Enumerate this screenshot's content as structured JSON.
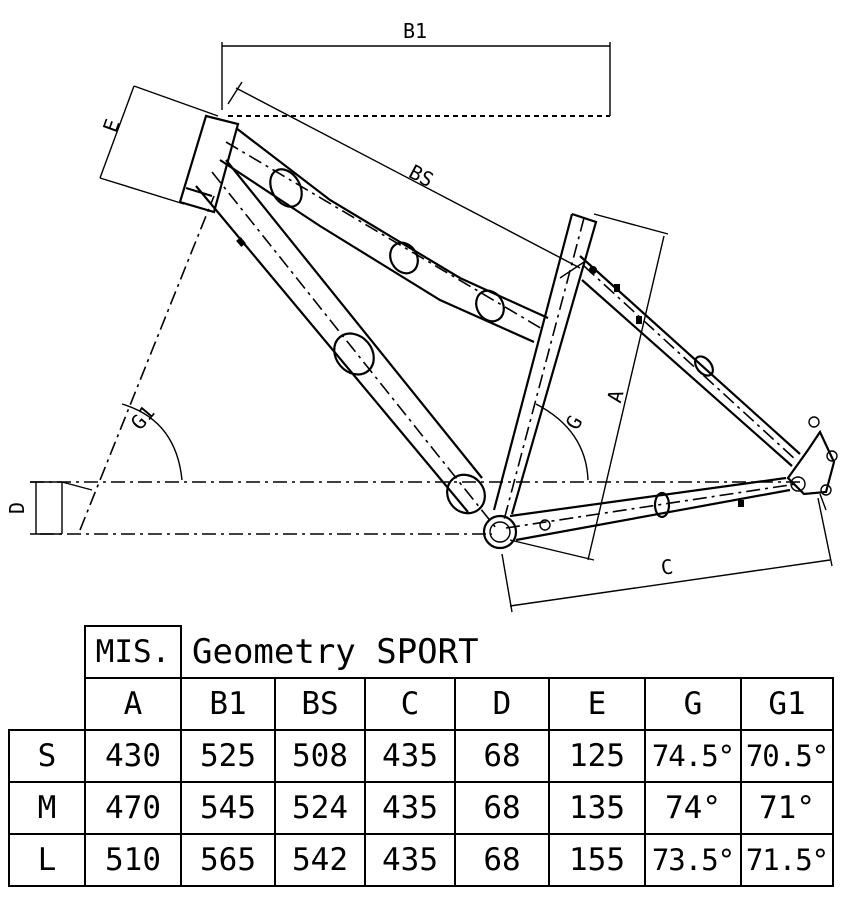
{
  "diagram": {
    "labels": {
      "b1": "B1",
      "bs": "BS",
      "e": "E",
      "a": "A",
      "c": "C",
      "d": "D",
      "g": "G",
      "g1": "G1"
    }
  },
  "table": {
    "mis_label": "MIS.",
    "title": "Geometry SPORT",
    "columns": [
      "A",
      "B1",
      "BS",
      "C",
      "D",
      "E",
      "G",
      "G1"
    ],
    "rows": [
      {
        "size": "S",
        "values": [
          "430",
          "525",
          "508",
          "435",
          "68",
          "125",
          "74.5°",
          "70.5°"
        ]
      },
      {
        "size": "M",
        "values": [
          "470",
          "545",
          "524",
          "435",
          "68",
          "135",
          "74°",
          "71°"
        ]
      },
      {
        "size": "L",
        "values": [
          "510",
          "565",
          "542",
          "435",
          "68",
          "155",
          "73.5°",
          "71.5°"
        ]
      }
    ]
  }
}
